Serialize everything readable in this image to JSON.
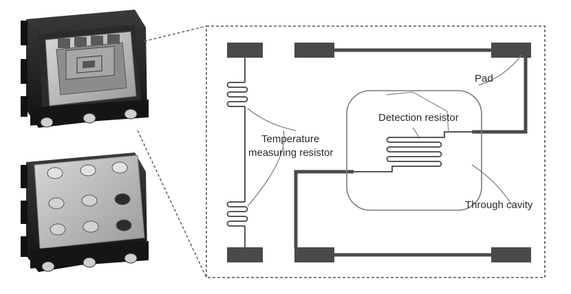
{
  "labels": {
    "pad": "Pad",
    "detection_resistor": "Detection resistor",
    "temperature_line1": "Temperature",
    "temperature_line2": "measuring resistor",
    "through_cavity": "Through cavity"
  },
  "colors": {
    "trace": "#4a4a4a",
    "pad": "#4a4a4a",
    "outline": "#777777",
    "package_body": "#1e1e1e",
    "package_lid": "#bdbdbd"
  },
  "icons": {
    "package_top": "sensor-chip-open-top-icon",
    "package_bottom": "sensor-chip-bottom-icon"
  }
}
